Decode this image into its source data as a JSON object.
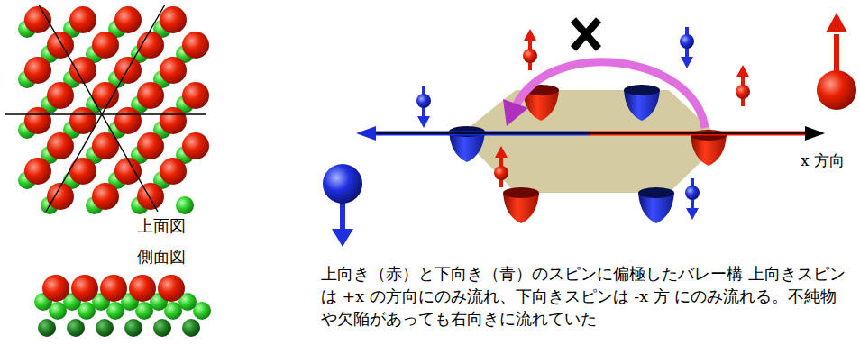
{
  "diagram": {
    "caption": "上向き（赤）と下向き（青）のスピンに偏極したバレー構 上向きスピンは +x の方向にのみ流れ、下向きスピンは -x 方 にのみ流れる。不純物や欠陥があっても右向きに流れていた",
    "labels": [
      "上面図",
      "側面図",
      "x 方向"
    ]
  }
}
